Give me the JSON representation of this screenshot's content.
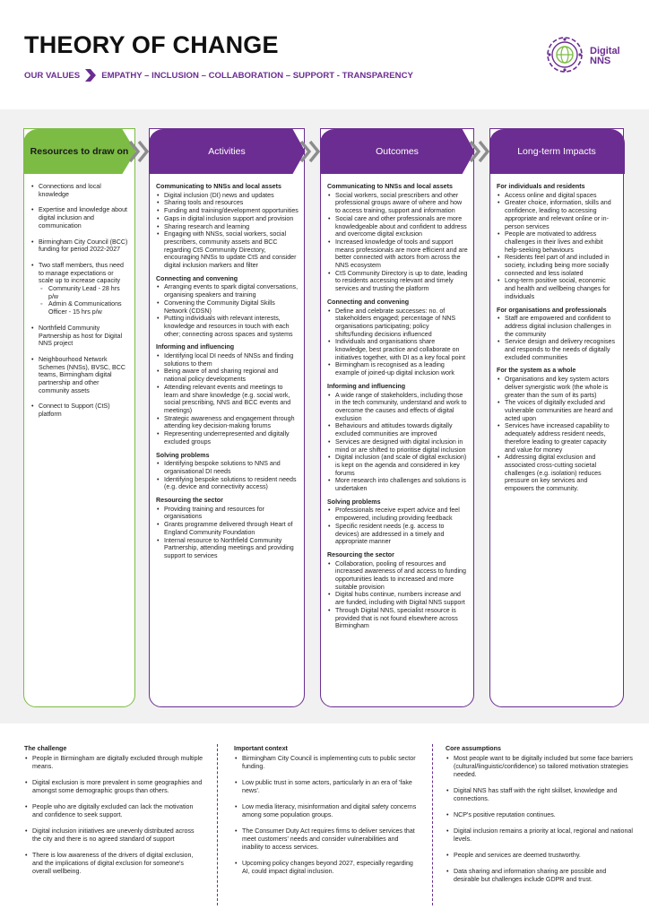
{
  "header": {
    "title": "THEORY OF CHANGE",
    "values_label": "OUR VALUES",
    "values_text": "EMPATHY – INCLUSION – COLLABORATION – SUPPORT - TRANSPARENCY",
    "logo_line1": "Digital",
    "logo_line2": "NNS"
  },
  "colors": {
    "purple": "#6b2d91",
    "green": "#7cbc44",
    "band": "#f1f1f1"
  },
  "icons": {
    "logo": "globe-wheel-icon",
    "values_arrow": "chevron-right-icon",
    "flow": "double-chevron-right-icon"
  },
  "columns": {
    "resources": {
      "title": "Resources to draw on",
      "items": [
        "Connections and local knowledge",
        "Expertise and knowledge about digital inclusion and communication",
        "Birmingham City Council (BCC) funding for period 2022-2027",
        "Two staff members, thus need to manage expectations or scale up to increase capacity",
        "Northfield Community Partnership as host for Digital NNS project",
        "Neighbourhood Network Schemes (NNSs), BVSC, BCC teams, Birmingham digital partnership and other community assets",
        "Connect to Support (CtS) platform"
      ],
      "sub_items": [
        "Community Lead - 28 hrs p/w",
        "Admin & Communications Officer - 15 hrs p/w"
      ]
    },
    "activities": {
      "title": "Activities",
      "sections": [
        {
          "heading": "Communicating to NNSs and local assets",
          "items": [
            "Digital inclusion (DI) news and updates",
            "Sharing tools and resources",
            "Funding and training/development opportunities",
            "Gaps in digital inclusion support and provision",
            "Sharing research and learning",
            "Engaging with NNSs, social workers, social prescribers, community assets and BCC regarding CtS Community Directory, encouraging NNSs to update CtS and consider digital inclusion markers and filter"
          ]
        },
        {
          "heading": "Connecting and convening",
          "items": [
            "Arranging events to spark digital conversations, organising speakers and training",
            "Convening the Community Digital Skills Network (CDSN)",
            "Putting individuals with relevant interests, knowledge and resources in touch with each other; connecting across spaces and systems"
          ]
        },
        {
          "heading": "Informing and influencing",
          "items": [
            "Identifying local DI needs of NNSs and finding solutions to them",
            "Being aware of and sharing regional and national policy developments",
            "Attending relevant events and meetings to learn and share knowledge (e.g. social work, social prescribing, NNS and BCC events and meetings)",
            "Strategic awareness and engagement through attending key decision-making forums",
            "Representing underrepresented and digitally excluded groups"
          ]
        },
        {
          "heading": "Solving problems",
          "items": [
            "Identifying bespoke solutions to NNS and organisational DI needs",
            "Identifying bespoke solutions to resident needs (e.g. device and connectivity access)"
          ]
        },
        {
          "heading": "Resourcing the sector",
          "items": [
            "Providing training and resources for organisations",
            "Grants programme delivered through Heart of England Community Foundation",
            "Internal resource to Northfield Community Partnership, attending meetings and providing support to services"
          ]
        }
      ]
    },
    "outcomes": {
      "title": "Outcomes",
      "sections": [
        {
          "heading": "Communicating to NNSs and local assets",
          "items": [
            "Social workers, social prescribers and other professional groups aware of where and how to access training, support and information",
            "Social care and other professionals are more knowledgeable about and confident to address and overcome digital exclusion",
            "Increased knowledge of tools and support means professionals are more efficient and are better connected with actors from across the NNS ecosystem",
            "CtS Community Directory is up to date, leading to residents accessing relevant and timely services and trusting the platform"
          ]
        },
        {
          "heading": "Connecting and convening",
          "items": [
            "Define and celebrate successes: no. of stakeholders engaged; percentage of NNS organisations participating; policy shifts/funding decisions influenced",
            "Individuals and organisations share knowledge, best practice and collaborate on initiatives together, with DI as a key focal point",
            "Birmingham is recognised as a leading example of joined-up digital inclusion work"
          ]
        },
        {
          "heading": "Informing and influencing",
          "items": [
            "A wide range of stakeholders, including those in the tech community, understand and work to overcome the causes and effects of digital exclusion",
            "Behaviours and attitudes towards digitally excluded communities are improved",
            "Services are designed with digital inclusion in mind or are shifted to prioritise digital inclusion",
            "Digital inclusion (and scale of digital exclusion) is kept on the agenda and considered in key forums",
            "More research into challenges and solutions is undertaken"
          ]
        },
        {
          "heading": "Solving problems",
          "items": [
            "Professionals receive expert advice and feel empowered, including providing feedback",
            "Specific resident needs (e.g. access to devices) are addressed in a timely and appropriate manner"
          ]
        },
        {
          "heading": "Resourcing the sector",
          "items": [
            "Collaboration, pooling of resources and increased awareness of and access to funding opportunities leads to increased and more suitable provision",
            "Digital hubs continue, numbers increase and are funded, including with Digital NNS support",
            "Through Digital NNS, specialist resource is provided that is not found elsewhere across Birmingham"
          ]
        }
      ]
    },
    "impacts": {
      "title": "Long-term Impacts",
      "sections": [
        {
          "heading": "For individuals and residents",
          "items": [
            "Access online and digital spaces",
            "Greater choice, information, skills and confidence, leading to accessing appropriate and relevant online or in-person services",
            "People are motivated to address challenges in their lives and exhibit help-seeking behaviours",
            "Residents feel part of and included in society, including being more socially connected and less isolated",
            "Long-term positive social, economic and health and wellbeing changes for individuals"
          ]
        },
        {
          "heading": "For organisations and professionals",
          "items": [
            "Staff are empowered and confident to address digital inclusion challenges in the community",
            "Service design and delivery recognises and responds to the needs of digitally excluded communities"
          ]
        },
        {
          "heading": "For the system as a whole",
          "items": [
            "Organisations and key system actors deliver synergistic work (the whole is greater than the sum of its parts)",
            "The voices of digitally excluded and vulnerable communities are heard and acted upon",
            "Services have increased capability to adequately address resident needs, therefore leading to greater capacity and value for money",
            "Addressing digital exclusion and associated cross-cutting societal challenges (e.g. isolation) reduces pressure on key services and empowers the community."
          ]
        }
      ]
    }
  },
  "bottom": {
    "challenge": {
      "heading": "The challenge",
      "items": [
        "People in Birmingham are digitally excluded through multiple means.",
        "Digital exclusion is more prevalent in some geographies and amongst some demographic groups than others.",
        "People who are digitally excluded can lack the motivation and confidence to seek support.",
        "Digital inclusion initiatives are unevenly distributed across the city and there is no agreed standard of support",
        "There is low awareness of the drivers of digital exclusion, and the implications of digital exclusion for someone's overall wellbeing."
      ]
    },
    "context": {
      "heading": "Important context",
      "items": [
        "Birmingham City Council is implementing cuts to public sector funding.",
        "Low public trust in some actors, particularly in an era of 'fake news'.",
        "Low media literacy, misinformation and digital safety concerns among some population groups.",
        "The Consumer Duty Act requires firms to deliver services that meet customers' needs and consider vulnerabilities and inability to access services.",
        "Upcoming policy changes beyond 2027, especially regarding AI, could impact digital inclusion."
      ]
    },
    "assumptions": {
      "heading": "Core assumptions",
      "items": [
        "Most people want to be digitally included but some face barriers (cultural/linguistic/confidence) so tailored motivation strategies needed.",
        "Digital NNS has staff with the right skillset, knowledge and connections.",
        "NCP's positive reputation continues.",
        "Digital inclusion remains a priority at local, regional and national levels.",
        "People and services are deemed trustworthy.",
        "Data sharing and information sharing are possible and desirable but challenges include GDPR and trust."
      ]
    }
  }
}
